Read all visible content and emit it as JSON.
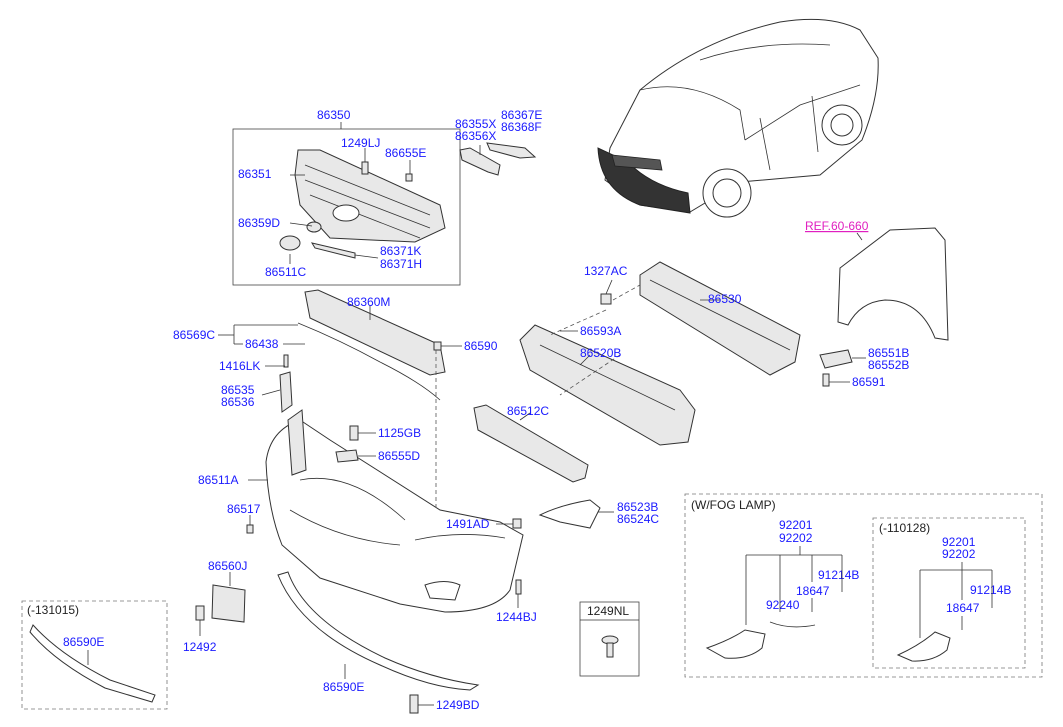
{
  "ref_label": "REF.60-660",
  "parts": {
    "p86350": "86350",
    "p1249LJ": "1249LJ",
    "p86655E": "86655E",
    "p86351": "86351",
    "p86359D": "86359D",
    "p86371K": "86371K",
    "p86371H": "86371H",
    "p86511C": "86511C",
    "p86355X": "86355X",
    "p86356X": "86356X",
    "p86367E": "86367E",
    "p86368F": "86368F",
    "p86360M": "86360M",
    "p86569C": "86569C",
    "p86438": "86438",
    "p86590": "86590",
    "p1416LK": "1416LK",
    "p86535": "86535",
    "p86536": "86536",
    "p1125GB": "1125GB",
    "p86555D": "86555D",
    "p86511A": "86511A",
    "p86517": "86517",
    "p86560J": "86560J",
    "p12492": "12492",
    "p86590E_a": "86590E",
    "p86590E_b": "86590E",
    "p1249BD": "1249BD",
    "p1491AD": "1491AD",
    "p1244BJ": "1244BJ",
    "p1249NL": "1249NL",
    "p1327AC": "1327AC",
    "p86593A": "86593A",
    "p86530": "86530",
    "p86520B": "86520B",
    "p86512C": "86512C",
    "p86523B": "86523B",
    "p86524C": "86524C",
    "p86551B": "86551B",
    "p86552B": "86552B",
    "p86591": "86591",
    "fog_title": "(W/FOG LAMP)",
    "f92201": "92201",
    "f92202": "92202",
    "f91214B": "91214B",
    "f18647": "18647",
    "f92240": "92240",
    "g_title": "(-110128)",
    "g92201": "92201",
    "g92202": "92202",
    "g91214B": "91214B",
    "g18647": "18647",
    "h_title": "(-131015)"
  },
  "colors": {
    "part_number": "#1a1aff",
    "reference": "#e020c0",
    "lines": "#333333"
  }
}
